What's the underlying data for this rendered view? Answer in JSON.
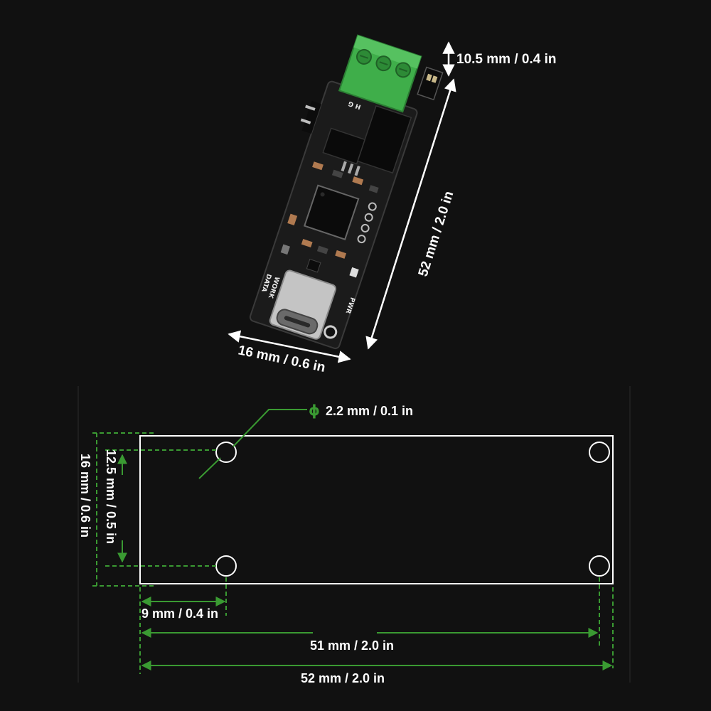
{
  "product_view": {
    "dim_height": "10.5 mm / 0.4 in",
    "dim_length": "52 mm / 2.0 in",
    "dim_width": "16 mm / 0.6 in",
    "silkscreen": {
      "work": "WORK",
      "data": "DATA",
      "pwr": "PWR",
      "hg": "H G"
    }
  },
  "drawing": {
    "hole_diameter": "2.2 mm / 0.1 in",
    "hole_spacing_vertical": "12.5 mm / 0.5 in",
    "board_width": "16 mm / 0.6 in",
    "hole_offset": "9 mm / 0.4 in",
    "hole_spacing_horizontal": "51 mm / 2.0 in",
    "board_length": "52 mm / 2.0 in",
    "diameter_symbol": "ϕ"
  },
  "colors": {
    "background": "#111111",
    "pcb": "#1b1b1b",
    "terminal_block": "#3fae4a",
    "dimension_green": "#3a9a32",
    "outline": "#ffffff"
  }
}
